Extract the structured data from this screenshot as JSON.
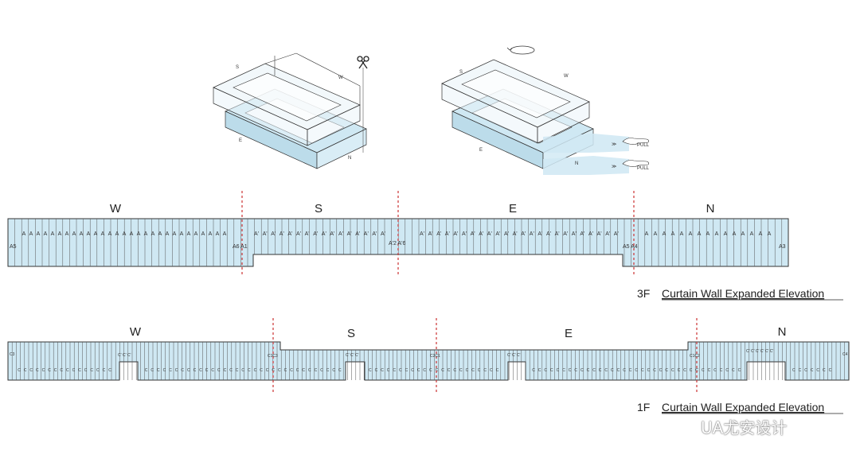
{
  "colors": {
    "glass": "#cfe8f3",
    "glass_dark": "#bcdcea",
    "outline": "#333333",
    "divider": "#cc3333"
  },
  "axon": {
    "left": {
      "labels": {
        "s": "S",
        "w": "W",
        "e": "E",
        "n": "N"
      },
      "icon": "scissors-icon"
    },
    "right": {
      "labels": {
        "s": "S",
        "w": "W",
        "e": "E",
        "n": "N"
      },
      "pull1": "PULL",
      "pull2": "PULL",
      "arrows": "≫",
      "icon": "rotate-icon"
    }
  },
  "elev3f": {
    "dirs": [
      "W",
      "S",
      "E",
      "N"
    ],
    "panel_label_w": "A",
    "panel_label_s": "A'",
    "panel_label_e": "A'",
    "panel_label_n": "A",
    "edge_labels": {
      "a5_left": "A5",
      "a6a1": "A6 A1",
      "a2a6": "A'2 A'6",
      "a5a4": "A5 A4",
      "a3": "A3"
    },
    "caption_floor": "3F",
    "caption_title": "Curtain Wall Expanded Elevation"
  },
  "elev1f": {
    "dirs": [
      "W",
      "S",
      "E",
      "N"
    ],
    "panel_label": "C",
    "notch_label": "C' C' C'",
    "notch_label_long": "C' C' C' C' C' C'",
    "edge_labels": {
      "c3": "C3",
      "c1c3": "C1C3",
      "c2c1": "C2C1",
      "c1c2": "C1C2",
      "c4": "C4"
    },
    "caption_floor": "1F",
    "caption_title": "Curtain Wall Expanded Elevation"
  },
  "watermark": {
    "text": "UA尤安设计",
    "icon": "wechat-icon"
  }
}
